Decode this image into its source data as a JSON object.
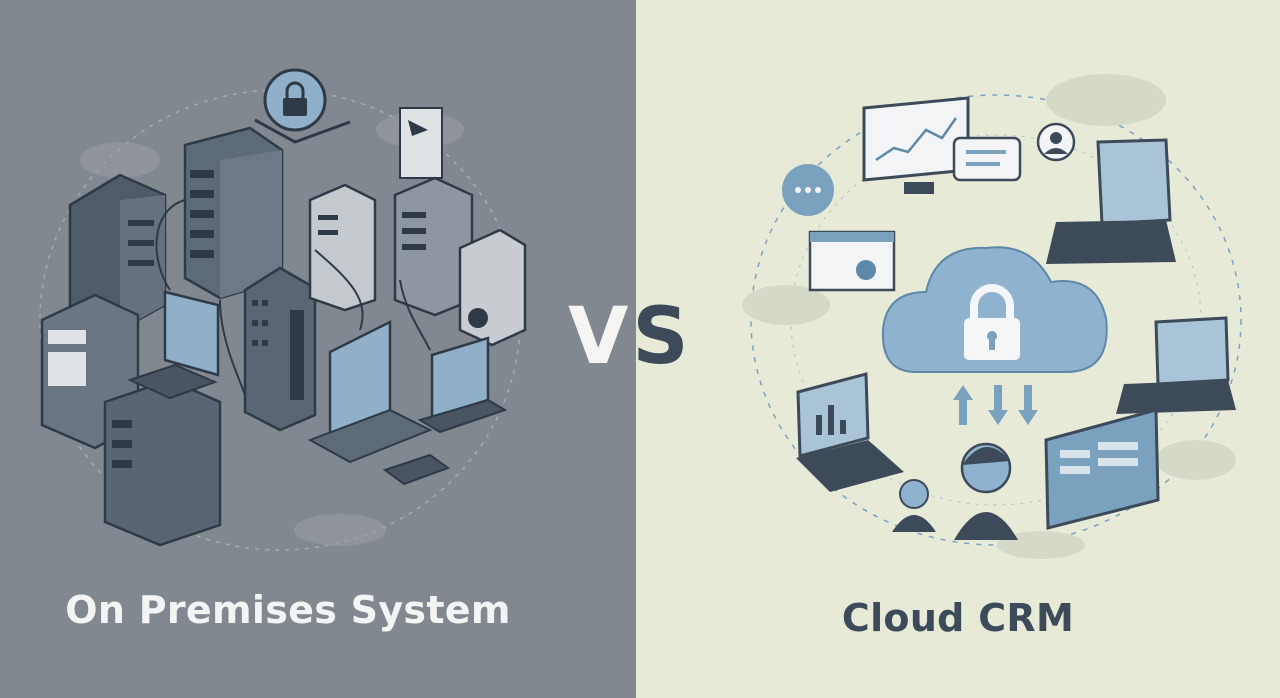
{
  "left": {
    "title": "On Premises System",
    "background": "#828890",
    "accent": "#5d7088"
  },
  "right": {
    "title": "Cloud CRM",
    "background": "#e8ead8",
    "accent": "#7aa2bf"
  },
  "vs": {
    "v": "V",
    "s": "S"
  },
  "icons": [
    "server-rack-icon",
    "lock-icon",
    "monitor-icon",
    "keyboard-icon",
    "laptop-icon",
    "cloud-lock-icon",
    "chart-monitor-icon",
    "chat-bubble-icon",
    "user-icon",
    "upload-download-arrows-icon"
  ]
}
